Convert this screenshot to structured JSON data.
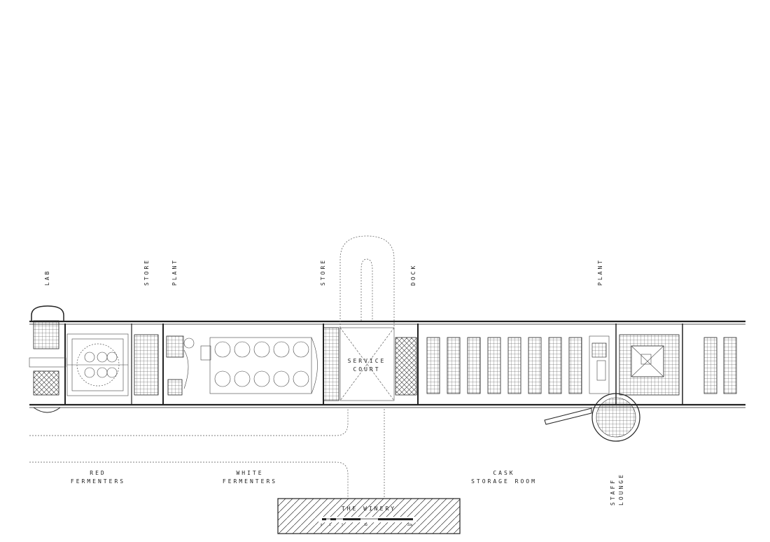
{
  "labels": {
    "lab": "LAB",
    "store_left": "STORE",
    "plant_left": "PLANT",
    "store_mid": "STORE",
    "dock": "DOCK",
    "plant_right": "PLANT",
    "service_court_1": "SERVICE",
    "service_court_2": "COURT",
    "red_1": "RED",
    "red_2": "FERMENTERS",
    "white_1": "WHITE",
    "white_2": "FERMENTERS",
    "cask_1": "CASK",
    "cask_2": "STORAGE ROOM",
    "staff_1": "STAFF",
    "staff_2": "LOUNGE",
    "title": "THE WINERY",
    "scale_0": "0",
    "scale_1": "1",
    "scale_5": "5",
    "scale_10": "10",
    "scale_20": "20m"
  },
  "colors": {
    "ink": "#222222",
    "paper": "#ffffff"
  }
}
